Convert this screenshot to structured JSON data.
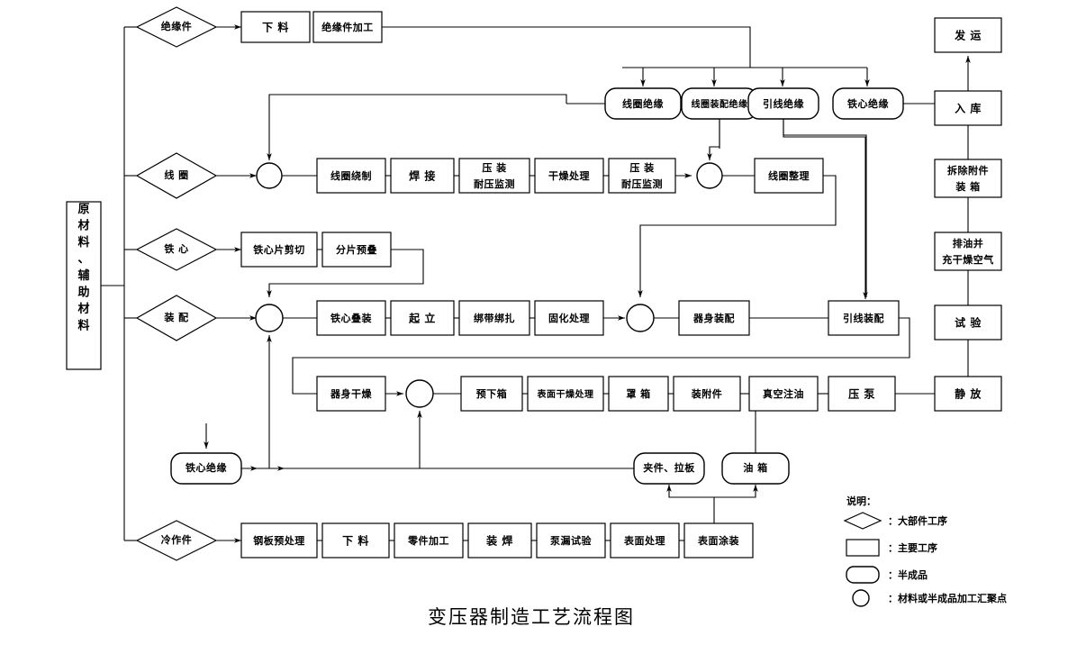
{
  "title": "变压器制造工艺流程图",
  "source_block": {
    "label": "原材料、辅助材料"
  },
  "branches": [
    {
      "id": "insulation-part",
      "label": "绝缘件"
    },
    {
      "id": "coil",
      "label": "线  圈"
    },
    {
      "id": "core",
      "label": "铁  心"
    },
    {
      "id": "assembly",
      "label": "装  配"
    },
    {
      "id": "coldwork",
      "label": "冷作件"
    }
  ],
  "rows": {
    "insulation_part": [
      {
        "label": "下  料"
      },
      {
        "label": "绝缘件加工"
      }
    ],
    "coil": [
      {
        "label": "线圈绕制"
      },
      {
        "label": "焊  接"
      },
      {
        "label": "压  装",
        "label2": "耐压监测"
      },
      {
        "label": "干燥处理"
      },
      {
        "label": "压  装",
        "label2": "耐压监测"
      },
      {
        "label": "线圈整理"
      }
    ],
    "core": [
      {
        "label": "铁心片剪切"
      },
      {
        "label": "分片预叠"
      }
    ],
    "assembly": [
      {
        "label": "铁心叠装"
      },
      {
        "label": "起  立"
      },
      {
        "label": "绑带绑扎"
      },
      {
        "label": "固化处理"
      },
      {
        "label": "器身装配"
      },
      {
        "label": "引线装配"
      }
    ],
    "drying": [
      {
        "label": "器身干燥"
      },
      {
        "label": "预下箱"
      },
      {
        "label": "表面干燥处理"
      },
      {
        "label": "罩  箱"
      },
      {
        "label": "装附件"
      },
      {
        "label": "真空注油"
      },
      {
        "label": "压  泵"
      }
    ],
    "coldwork": [
      {
        "label": "钢板预处理"
      },
      {
        "label": "下  料"
      },
      {
        "label": "零件加工"
      },
      {
        "label": "装  焊"
      },
      {
        "label": "泵漏试验"
      },
      {
        "label": "表面处理"
      },
      {
        "label": "表面涂装"
      }
    ]
  },
  "semi_products": [
    {
      "id": "coil-insulation",
      "label": "线圈绝缘"
    },
    {
      "id": "coil-assembly-insulation",
      "label": "线圈装配绝缘"
    },
    {
      "id": "lead-insulation",
      "label": "引线绝缘"
    },
    {
      "id": "core-insulation-top",
      "label": "铁心绝缘"
    },
    {
      "id": "core-insulation-left",
      "label": "铁心绝缘"
    },
    {
      "id": "clamp-pullplate",
      "label": "夹件、拉板"
    },
    {
      "id": "oil-tank",
      "label": "油  箱"
    }
  ],
  "right_column": [
    {
      "id": "shipping",
      "label": "发  运"
    },
    {
      "id": "warehouse",
      "label": "入  库"
    },
    {
      "id": "dismantle",
      "label": "拆除附件",
      "label2": "装  箱"
    },
    {
      "id": "drain-oil",
      "label": "排油并",
      "label2": "充干燥空气"
    },
    {
      "id": "test",
      "label": "试  验"
    },
    {
      "id": "rest",
      "label": "静  放"
    }
  ],
  "legend": {
    "heading": "说明：",
    "items": [
      {
        "shape": "diamond",
        "text": "：大部件工序"
      },
      {
        "shape": "rectangle",
        "text": "：主要工序"
      },
      {
        "shape": "rounded",
        "text": "：半成品"
      },
      {
        "shape": "circle",
        "text": "：材料或半成品加工汇聚点"
      }
    ]
  },
  "colors": {
    "stroke": "#000000",
    "fill": "#ffffff",
    "text": "#000000"
  }
}
